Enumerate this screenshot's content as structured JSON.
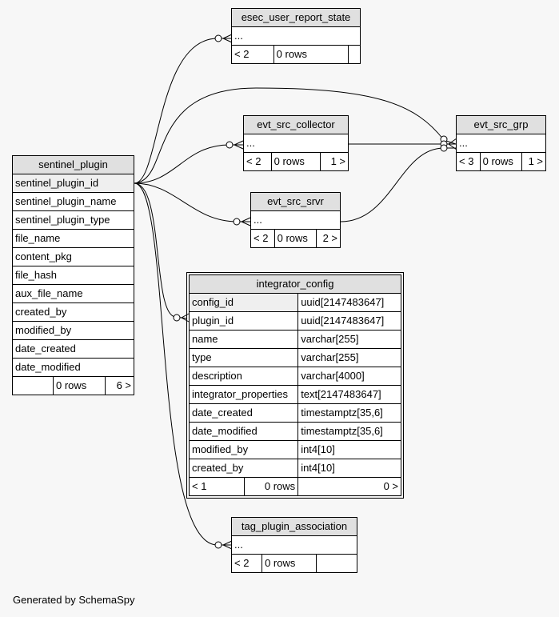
{
  "esec_user_report_state": {
    "title": "esec_user_report_state",
    "row": "...",
    "parents": "< 2",
    "rows": "0 rows",
    "children": ""
  },
  "evt_src_collector": {
    "title": "evt_src_collector",
    "row": "...",
    "parents": "< 2",
    "rows": "0 rows",
    "children": "1 >"
  },
  "evt_src_grp": {
    "title": "evt_src_grp",
    "row": "...",
    "parents": "< 3",
    "rows": "0 rows",
    "children": "1 >"
  },
  "evt_src_srvr": {
    "title": "evt_src_srvr",
    "row": "...",
    "parents": "< 2",
    "rows": "0 rows",
    "children": "2 >"
  },
  "sentinel_plugin": {
    "title": "sentinel_plugin",
    "columns": [
      "sentinel_plugin_id",
      "sentinel_plugin_name",
      "sentinel_plugin_type",
      "file_name",
      "content_pkg",
      "file_hash",
      "aux_file_name",
      "created_by",
      "modified_by",
      "date_created",
      "date_modified"
    ],
    "parents": "",
    "rows": "0 rows",
    "children": "6 >"
  },
  "integrator_config": {
    "title": "integrator_config",
    "columns": [
      {
        "name": "config_id",
        "type": "uuid[2147483647]"
      },
      {
        "name": "plugin_id",
        "type": "uuid[2147483647]"
      },
      {
        "name": "name",
        "type": "varchar[255]"
      },
      {
        "name": "type",
        "type": "varchar[255]"
      },
      {
        "name": "description",
        "type": "varchar[4000]"
      },
      {
        "name": "integrator_properties",
        "type": "text[2147483647]"
      },
      {
        "name": "date_created",
        "type": "timestamptz[35,6]"
      },
      {
        "name": "date_modified",
        "type": "timestamptz[35,6]"
      },
      {
        "name": "modified_by",
        "type": "int4[10]"
      },
      {
        "name": "created_by",
        "type": "int4[10]"
      }
    ],
    "parents": "< 1",
    "rows": "0 rows",
    "children": "0 >"
  },
  "tag_plugin_association": {
    "title": "tag_plugin_association",
    "row": "...",
    "parents": "< 2",
    "rows": "0 rows",
    "children": ""
  },
  "footer": "Generated by SchemaSpy"
}
